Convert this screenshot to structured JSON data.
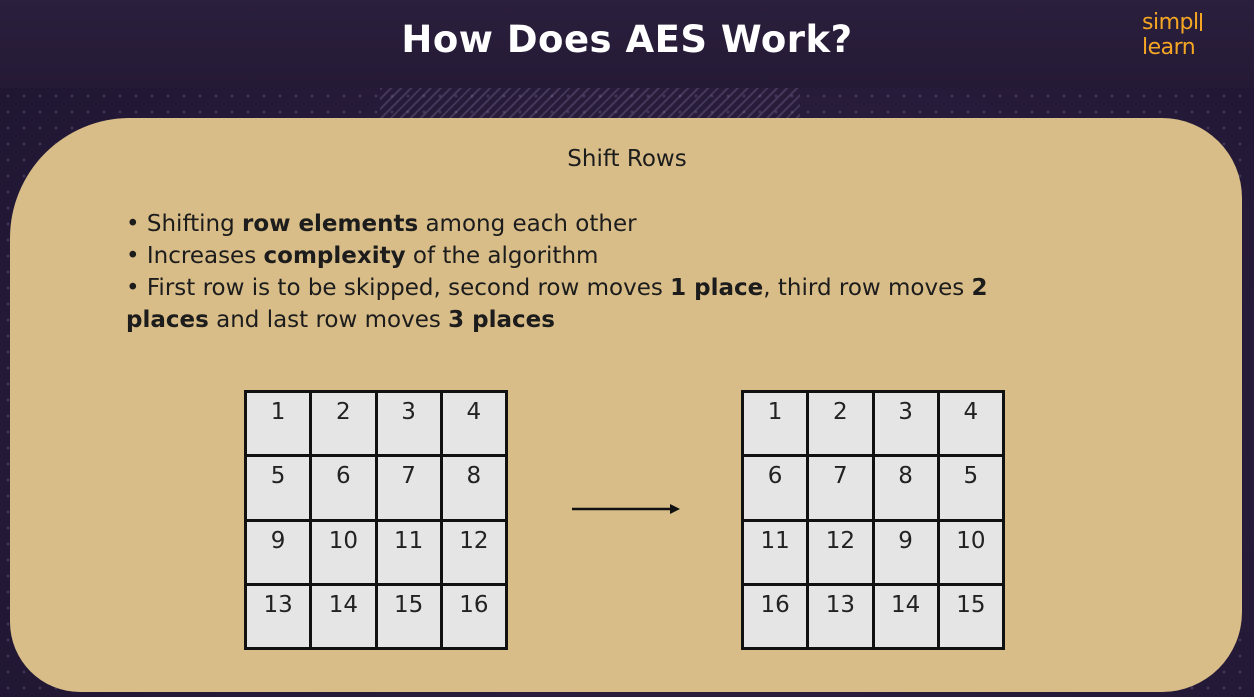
{
  "header": {
    "title": "How Does AES Work?",
    "logo_text_left": "simpl",
    "logo_text_right": "learn"
  },
  "panel": {
    "heading": "Shift Rows",
    "bullets": [
      {
        "prefix": "• Shifting ",
        "bold": "row elements",
        "suffix": " among each other"
      },
      {
        "prefix": "• Increases ",
        "bold": "complexity",
        "suffix": " of the algorithm"
      },
      {
        "prefix": "• First row is to be skipped, second row moves ",
        "bold": "1 place",
        "mid": ", third row moves ",
        "bold2": "2",
        "line2_bold": "places",
        "line2_mid": " and last row moves ",
        "line2_bold2": "3 places"
      }
    ]
  },
  "matrix_before": [
    [
      "1",
      "2",
      "3",
      "4"
    ],
    [
      "5",
      "6",
      "7",
      "8"
    ],
    [
      "9",
      "10",
      "11",
      "12"
    ],
    [
      "13",
      "14",
      "15",
      "16"
    ]
  ],
  "matrix_after": [
    [
      "1",
      "2",
      "3",
      "4"
    ],
    [
      "6",
      "7",
      "8",
      "5"
    ],
    [
      "11",
      "12",
      "9",
      "10"
    ],
    [
      "16",
      "13",
      "14",
      "15"
    ]
  ],
  "colors": {
    "panel": "#d8bd88",
    "background": "#2a1d3d",
    "logo": "#f5a623",
    "cell": "#e5e5e5"
  }
}
